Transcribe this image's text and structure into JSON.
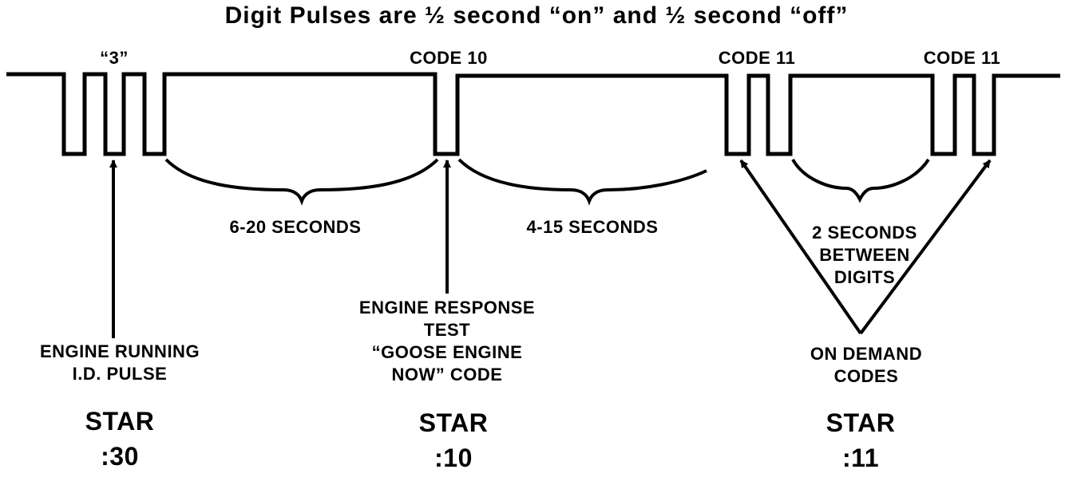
{
  "title": "Digit Pulses are ½ second “on” and ½ second “off”",
  "pulse_labels": {
    "three": "“3”",
    "code10": "CODE 10",
    "code11_a": "CODE 11",
    "code11_b": "CODE 11"
  },
  "intervals": {
    "first": "6-20 SECONDS",
    "second": "4-15 SECONDS",
    "between_line1": "2 SECONDS",
    "between_line2": "BETWEEN",
    "between_line3": "DIGITS"
  },
  "callouts": {
    "id_pulse_line1": "ENGINE RUNNING",
    "id_pulse_line2": "I.D. PULSE",
    "response_line1": "ENGINE RESPONSE",
    "response_line2": "TEST",
    "response_line3": "“GOOSE ENGINE",
    "response_line4": "NOW” CODE",
    "demand_line1": "ON DEMAND",
    "demand_line2": "CODES"
  },
  "star_codes": {
    "first_word": "STAR",
    "first_code": ":30",
    "second_word": "STAR",
    "second_code": ":10",
    "third_word": "STAR",
    "third_code": ":11"
  }
}
